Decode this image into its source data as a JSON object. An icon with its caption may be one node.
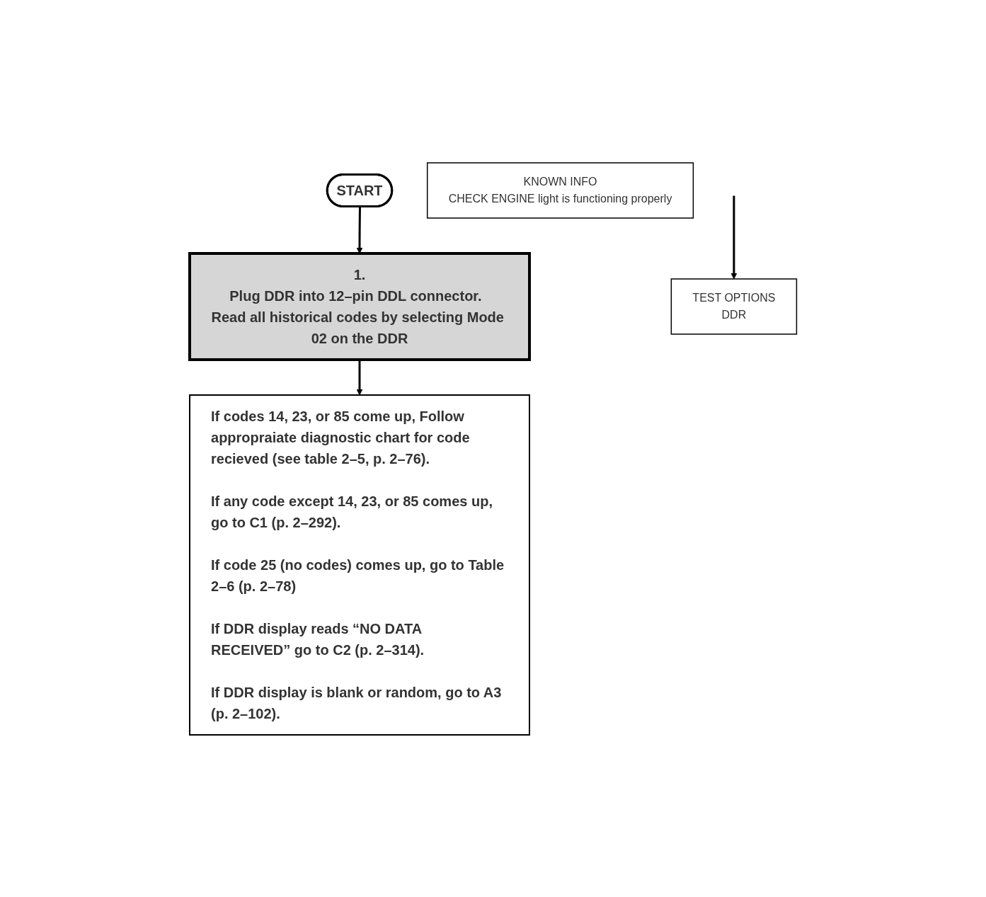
{
  "diagram": {
    "nodes": [
      {
        "text": [
          "START"
        ]
      },
      {
        "text": [
          "KNOWN INFO",
          "CHECK ENGINE light is functioning properly"
        ]
      },
      {
        "text": [
          "1.",
          "Plug DDR into 12–pin DDL connector.  Read all historical codes by selecting Mode 02 on the DDR"
        ]
      },
      {
        "text": [
          "TEST OPTIONS",
          "DDR"
        ]
      },
      {
        "text": [
          "If codes 14, 23, or 85 come up, Follow appropraiate diagnostic chart for code recieved (see table 2–5, p. 2–76).",
          "If any code except 14, 23, or 85 comes up, go to C1 (p. 2–292).",
          "If code 25 (no codes) comes up, go to Table 2–6 (p. 2–78)",
          "If DDR display reads “NO DATA RECEIVED” go to C2 (p. 2–314).",
          "If DDR display is blank or random, go to A3 (p. 2–102)."
        ]
      }
    ],
    "edges": [
      {
        "from": 0,
        "to": 2,
        "arrow": "to"
      },
      {
        "from": 2,
        "to": 4,
        "arrow": "to"
      },
      {
        "from": null,
        "to": 3,
        "arrow": "to"
      }
    ]
  }
}
